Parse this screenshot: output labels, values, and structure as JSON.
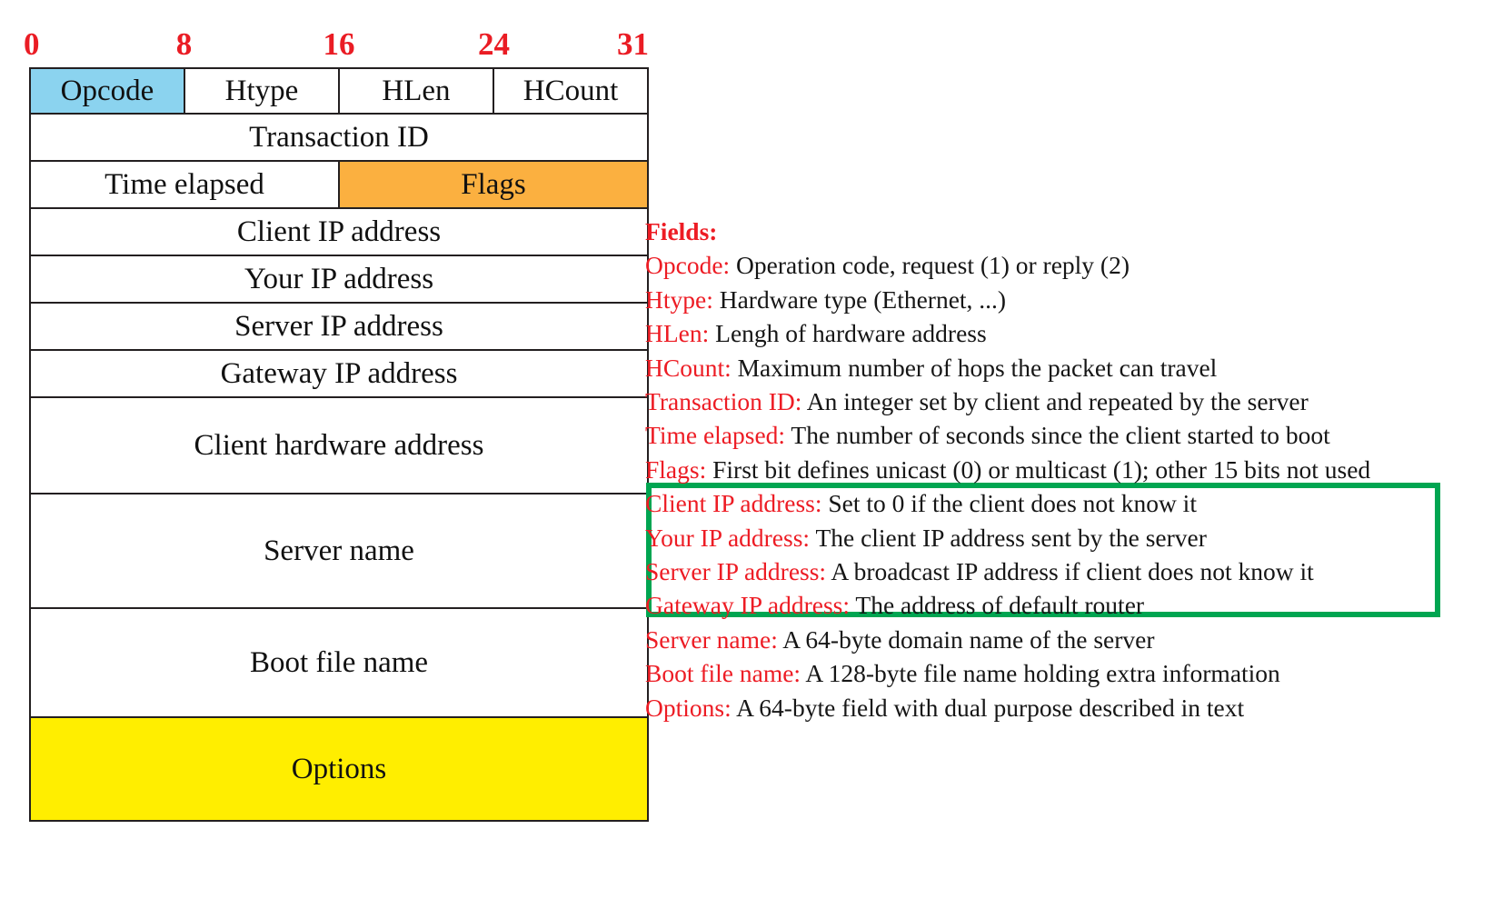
{
  "diagram": {
    "bit_ruler": [
      {
        "label": "0",
        "pos_pct": 0
      },
      {
        "label": "8",
        "pos_pct": 25
      },
      {
        "label": "16",
        "pos_pct": 50
      },
      {
        "label": "24",
        "pos_pct": 75
      },
      {
        "label": "31",
        "pos_pct": 98
      }
    ],
    "rows": [
      {
        "cells": [
          {
            "label": "Opcode",
            "highlight": "blue"
          },
          {
            "label": "Htype",
            "highlight": "none"
          },
          {
            "label": "HLen",
            "highlight": "none"
          },
          {
            "label": "HCount",
            "highlight": "none"
          }
        ]
      },
      {
        "cells": [
          {
            "label": "Transaction ID",
            "highlight": "none"
          }
        ]
      },
      {
        "cells": [
          {
            "label": "Time elapsed",
            "highlight": "none"
          },
          {
            "label": "Flags",
            "highlight": "orange"
          }
        ]
      },
      {
        "cells": [
          {
            "label": "Client IP address",
            "highlight": "none"
          }
        ]
      },
      {
        "cells": [
          {
            "label": "Your IP address",
            "highlight": "none"
          }
        ]
      },
      {
        "cells": [
          {
            "label": "Server IP address",
            "highlight": "none"
          }
        ]
      },
      {
        "cells": [
          {
            "label": "Gateway IP address",
            "highlight": "none"
          }
        ]
      },
      {
        "cells": [
          {
            "label": "Client hardware address",
            "highlight": "none"
          }
        ]
      },
      {
        "cells": [
          {
            "label": "Server name",
            "highlight": "none"
          }
        ]
      },
      {
        "cells": [
          {
            "label": "Boot file name",
            "highlight": "none"
          }
        ]
      },
      {
        "cells": [
          {
            "label": "Options",
            "highlight": "yellow"
          }
        ]
      }
    ]
  },
  "legend": {
    "heading": "Fields:",
    "entries": [
      {
        "name": "Opcode:",
        "desc": " Operation code, request (1) or reply (2)"
      },
      {
        "name": "Htype:",
        "desc": " Hardware type (Ethernet, ...)"
      },
      {
        "name": "HLen:",
        "desc": " Lengh of hardware address"
      },
      {
        "name": "HCount:",
        "desc": " Maximum number of hops the packet can travel"
      },
      {
        "name": "Transaction ID:",
        "desc": " An integer set by client and repeated by the server"
      },
      {
        "name": "Time elapsed:",
        "desc": " The number of seconds since the client started to boot"
      },
      {
        "name": "Flags:",
        "desc": " First bit defines unicast (0) or multicast (1); other 15 bits not used"
      },
      {
        "name": "Client IP address:",
        "desc": " Set to 0 if the client does not know it"
      },
      {
        "name": "Your IP address:",
        "desc": " The client IP address sent by the server"
      },
      {
        "name": "Server IP address:",
        "desc": " A broadcast IP address if client does not know it"
      },
      {
        "name": "Gateway IP address:",
        "desc": " The address of default router"
      },
      {
        "name": "Server name:",
        "desc": " A 64-byte domain name of the server"
      },
      {
        "name": "Boot file name:",
        "desc": " A 128-byte file name holding extra information"
      },
      {
        "name": "Options:",
        "desc": " A 64-byte field with dual purpose described in text"
      }
    ]
  },
  "colors": {
    "label_red": "#ed1c24",
    "bit_red": "#ea1c24",
    "opcode_blue": "#8bd3ef",
    "flags_orange": "#fbb040",
    "options_yellow": "#ffee00",
    "highlight_green": "#00a551",
    "border_black": "#231f20"
  }
}
